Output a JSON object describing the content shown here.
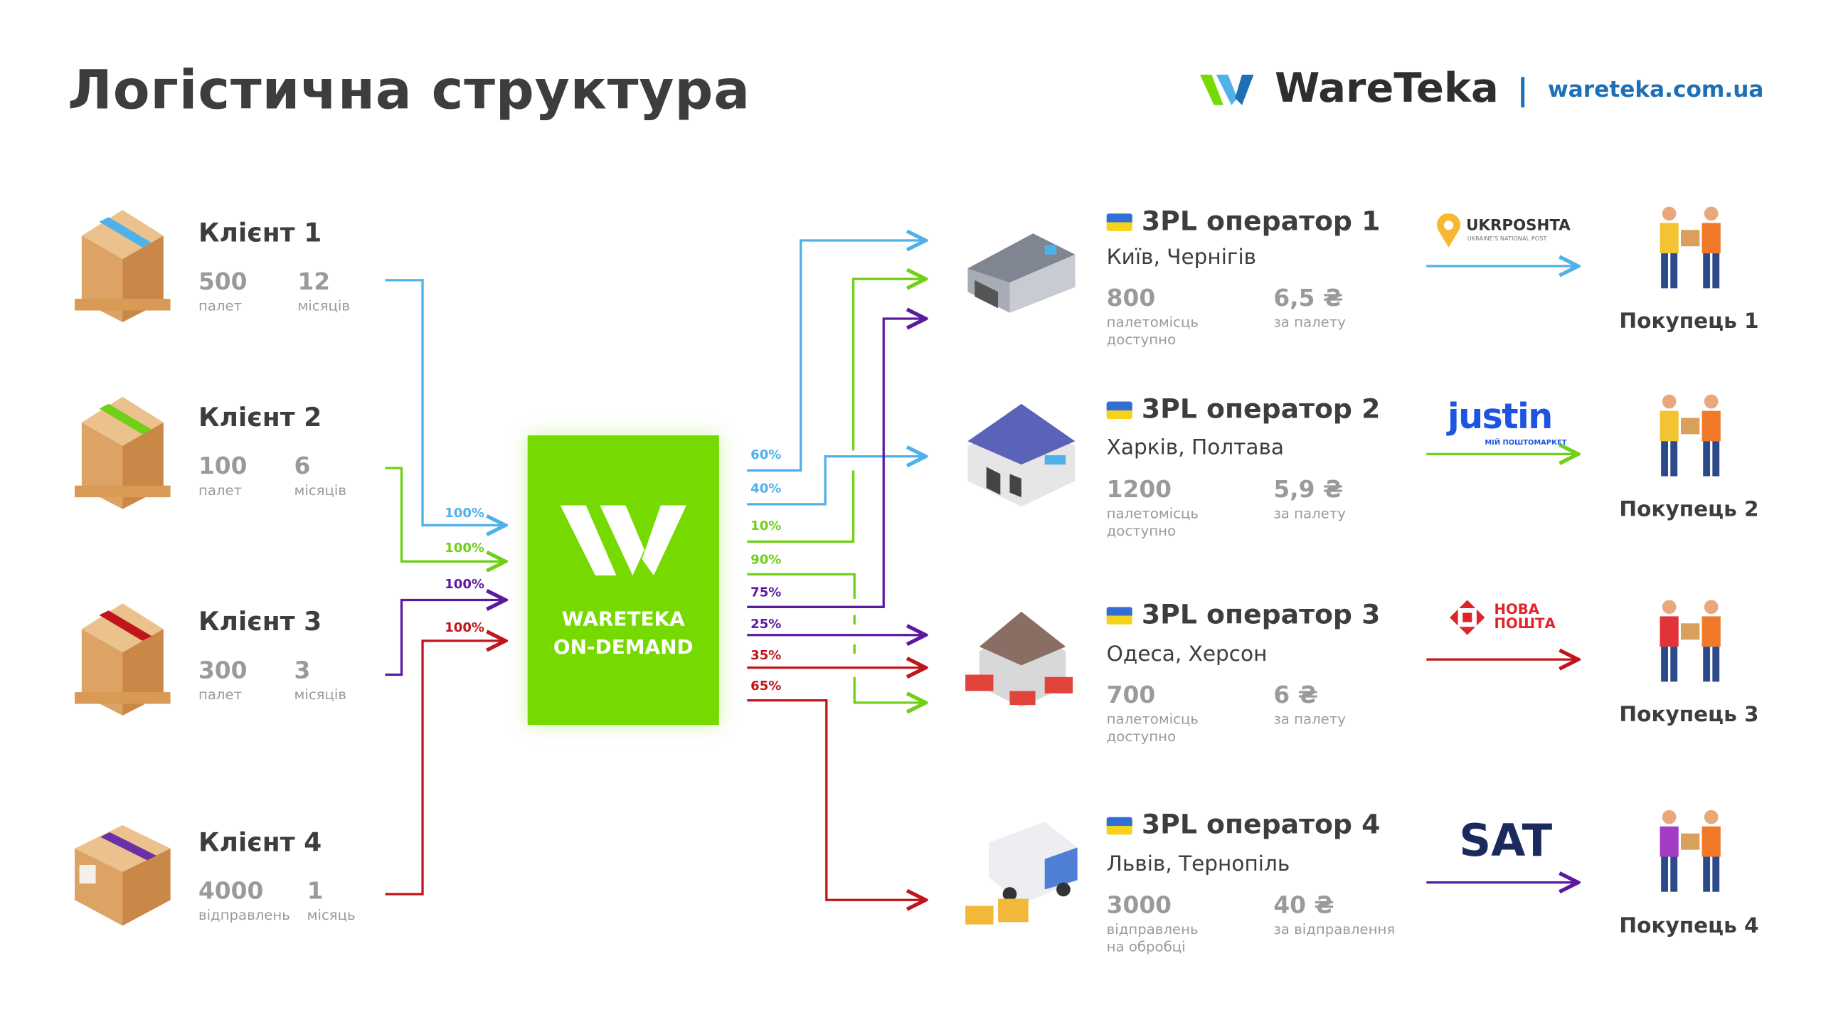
{
  "header": {
    "title": "Логістична структура",
    "brand": "WareTeka",
    "url": "wareteka.com.ua"
  },
  "hub": {
    "line1": "WARETEKA",
    "line2": "ON-DEMAND",
    "color": "#76d900"
  },
  "colors": {
    "blue": "#4fb0ea",
    "green": "#6fd016",
    "purple": "#5b1a9e",
    "red": "#c0161b"
  },
  "clients": [
    {
      "name": "Клієнт 1",
      "v1": "500",
      "l1": "палет",
      "v2": "12",
      "l2": "місяців",
      "share": "100%"
    },
    {
      "name": "Клієнт 2",
      "v1": "100",
      "l1": "палет",
      "v2": "6",
      "l2": "місяців",
      "share": "100%"
    },
    {
      "name": "Клієнт 3",
      "v1": "300",
      "l1": "палет",
      "v2": "3",
      "l2": "місяців",
      "share": "100%"
    },
    {
      "name": "Клієнт 4",
      "v1": "4000",
      "l1": "відправлень",
      "v2": "1",
      "l2": "місяць",
      "share": "100%"
    }
  ],
  "splits": [
    "60%",
    "40%",
    "10%",
    "90%",
    "75%",
    "25%",
    "35%",
    "65%"
  ],
  "operators": [
    {
      "name": "3PL оператор 1",
      "city": "Київ, Чернігів",
      "v1": "800",
      "l1a": "палетомісць",
      "l1b": "доступно",
      "v2": "6,5 ₴",
      "l2": "за палету",
      "carrier": "UKRPOSHTA",
      "carrier_sub": "UKRAINE'S NATIONAL POST"
    },
    {
      "name": "3PL оператор 2",
      "city": "Харків, Полтава",
      "v1": "1200",
      "l1a": "палетомісць",
      "l1b": "доступно",
      "v2": "5,9 ₴",
      "l2": "за палету",
      "carrier": "justin",
      "carrier_sub": "МІЙ ПОШТОМАРКЕТ"
    },
    {
      "name": "3PL оператор 3",
      "city": "Одеса, Херсон",
      "v1": "700",
      "l1a": "палетомісць",
      "l1b": "доступно",
      "v2": "6 ₴",
      "l2": "за палету",
      "carrier": "НОВА",
      "carrier_sub": "ПОШТА"
    },
    {
      "name": "3PL оператор 4",
      "city": "Львів, Тернопіль",
      "v1": "3000",
      "l1a": "відправлень",
      "l1b": "на обробці",
      "v2": "40 ₴",
      "l2": "за відправлення",
      "carrier": "SAT",
      "carrier_sub": ""
    }
  ],
  "buyers": [
    "Покупець 1",
    "Покупець 2",
    "Покупець 3",
    "Покупець 4"
  ]
}
